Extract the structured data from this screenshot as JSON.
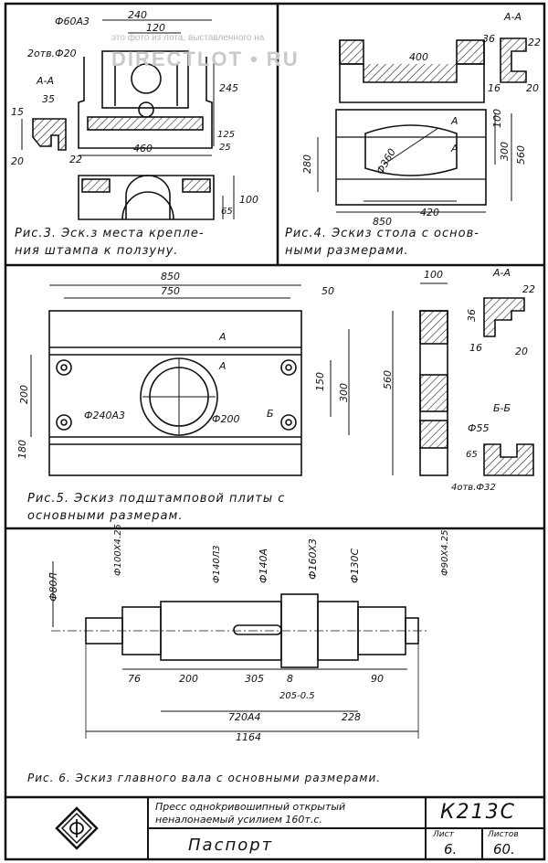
{
  "watermark": {
    "line1": "это фото из лота, выставленного на",
    "line2": "DIRECTLOT • RU"
  },
  "fig3": {
    "caption": "Рис.3. Эск.з места крепле-\nния штампа к ползуну.",
    "dims": {
      "d1": "240",
      "d2": "120",
      "d3": "Ф60А3",
      "d4": "2отв.Ф20",
      "d5": "35",
      "d6": "15",
      "d7": "20",
      "d8": "22",
      "d9": "460",
      "d10": "245",
      "d11": "125",
      "d12": "25",
      "d13": "65",
      "d14": "100",
      "sec": "А-А"
    }
  },
  "fig4": {
    "caption": "Рис.4. Эскиз стола с основ-\nными размерами.",
    "dims": {
      "d1": "400",
      "d2": "280",
      "d3": "Ф360",
      "d4": "420",
      "d5": "850",
      "d6": "100",
      "d7": "300",
      "d8": "560",
      "d9": "36",
      "d10": "22",
      "d11": "16",
      "d12": "20",
      "sec": "А-А",
      "a": "А"
    }
  },
  "fig5": {
    "caption": "Рис.5. Эскиз подштамповой плиты с\nосновными размерам.",
    "dims": {
      "d1": "850",
      "d2": "750",
      "d3": "50",
      "d4": "200",
      "d5": "180",
      "d6": "Ф240А3",
      "d7": "Ф200",
      "d8": "150",
      "d9": "300",
      "d10": "560",
      "d11": "100",
      "d12": "36",
      "d13": "22",
      "d14": "16",
      "d15": "20",
      "d16": "Ф55",
      "d17": "65",
      "d18": "4отв.Ф32",
      "sec1": "А-А",
      "sec2": "Б-Б",
      "a": "А",
      "b": "Б"
    }
  },
  "fig6": {
    "caption": "Рис. 6. Эскиз главного вала с основными размерами.",
    "dims": {
      "d1": "Ф80Л",
      "d2": "Ф140А",
      "d3": "Ф140Л3",
      "d4": "Ф160Х3",
      "d5": "Ф130С",
      "d6": "Ф100Х4.25",
      "d7": "Ф90Х4.25",
      "d8": "76",
      "d9": "200",
      "d10": "305",
      "d11": "8",
      "d12": "205-0.5",
      "d13": "90",
      "d14": "720А4",
      "d15": "228",
      "d16": "1164"
    }
  },
  "title_block": {
    "description_line1": "Пресс одноkривошипный открытый",
    "description_line2": "неналонаемый усилием 160т.с.",
    "model": "К213С",
    "doc_type": "Паспорт",
    "sheet_label": "Лист",
    "sheet_value": "6.",
    "sheets_label": "Листов",
    "sheets_value": "60."
  }
}
